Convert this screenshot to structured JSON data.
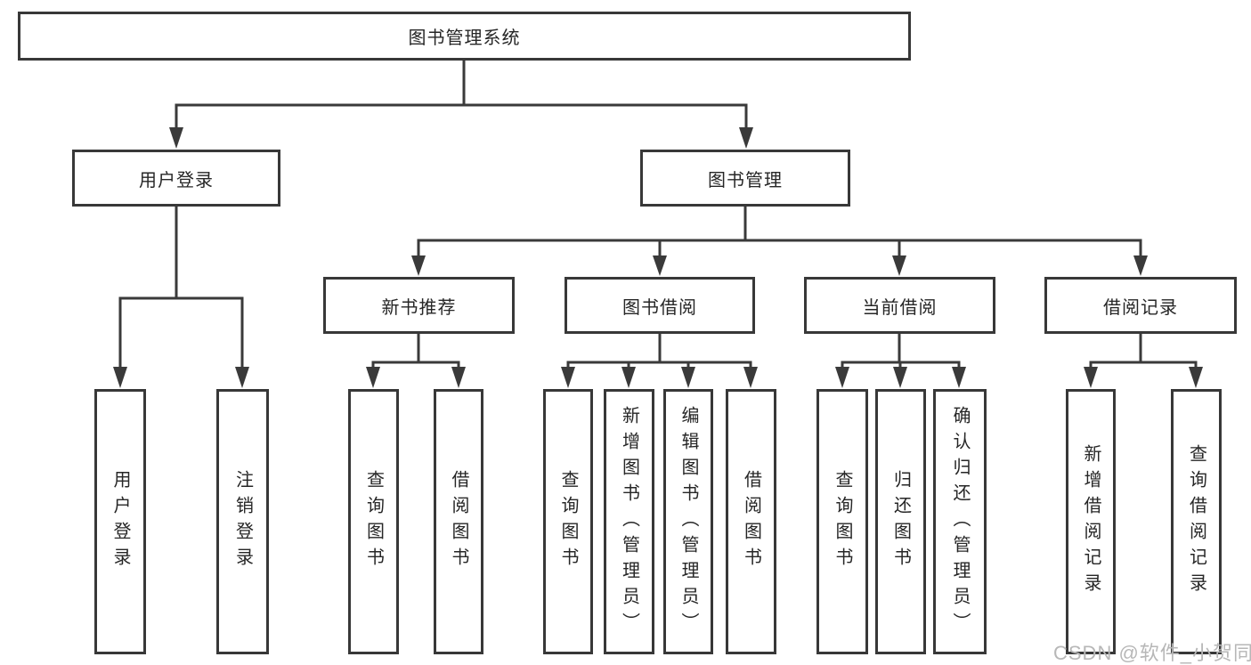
{
  "diagram": {
    "type": "hierarchy-tree",
    "nodes": {
      "root": "图书管理系统",
      "login": "用户登录",
      "manage": "图书管理",
      "newbook": "新书推荐",
      "borrow": "图书借阅",
      "current": "当前借阅",
      "records": "借阅记录"
    },
    "leaves": {
      "login": [
        "用户登录",
        "注销登录"
      ],
      "newbook": [
        "查询图书",
        "借阅图书"
      ],
      "borrow": [
        "查询图书",
        "新增图书（管理员）",
        "编辑图书（管理员）",
        "借阅图书"
      ],
      "current": [
        "查询图书",
        "归还图书",
        "确认归还（管理员）"
      ],
      "records": [
        "新增借阅记录",
        "查询借阅记录"
      ]
    }
  },
  "watermark": "CSDN @软件_小贺同学",
  "colors": {
    "line": "#3a3a3a",
    "border": "#383838",
    "text": "#262626",
    "watermark": "#b7b7b7",
    "background": "#ffffff"
  }
}
